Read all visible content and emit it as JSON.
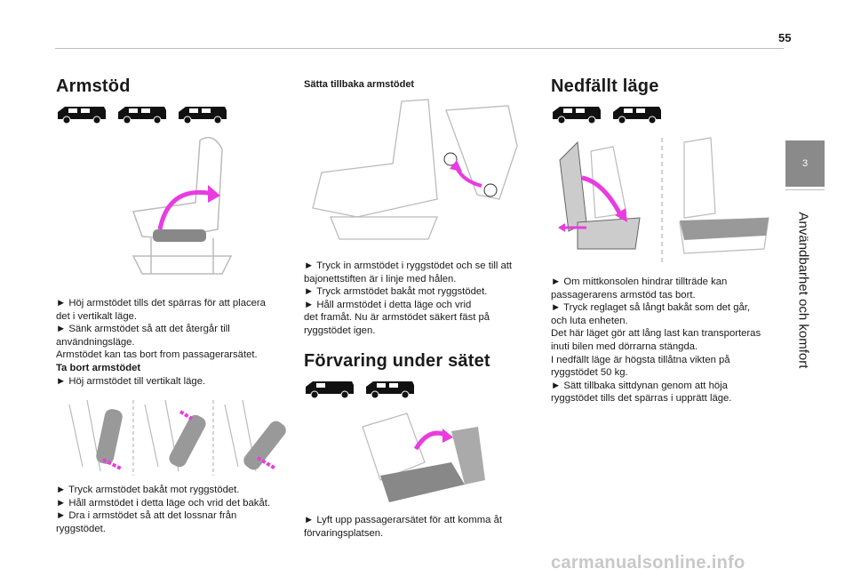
{
  "page": {
    "number": "55",
    "chapter_tab": "3",
    "chapter_title": "Användbarhet och komfort",
    "footer": "carmanualsonline.info"
  },
  "col1": {
    "title": "Armstöd",
    "para1": [
      "► Höj armstödet tills det spärras för att placera",
      "det i vertikalt läge.",
      "► Sänk armstödet så att det återgår till",
      "användningsläge.",
      "Armstödet kan tas bort from passagerarsätet."
    ],
    "subheading": "Ta bort armstödet",
    "para1b": "► Höj armstödet till vertikalt läge.",
    "para2": [
      "► Tryck armstödet bakåt mot ryggstödet.",
      "► Håll armstödet i detta läge och vrid det bakåt.",
      "► Dra i armstödet så att det lossnar från",
      "ryggstödet."
    ]
  },
  "col2": {
    "subtitle": "Sätta tillbaka armstödet",
    "para1": [
      "► Tryck in armstödet i ryggstödet och se till att",
      "bajonettstiften är i linje med hålen.",
      "► Tryck armstödet bakåt mot ryggstödet.",
      "► Håll armstödet i detta läge och vrid",
      "det framåt. Nu är armstödet säkert fäst på",
      "ryggstödet igen."
    ],
    "title2": "Förvaring under sätet",
    "para2": [
      "► Lyft upp passagerarsätet för att komma åt",
      "förvaringsplatsen."
    ]
  },
  "col3": {
    "title": "Nedfällt läge",
    "para": [
      "► Om mittkonsolen hindrar tillträde kan",
      "passagerarens armstöd tas bort.",
      "► Tryck reglaget så långt bakåt som det går,",
      "och luta enheten.",
      "Det här läget gör att lång last kan transporteras",
      "inuti bilen med dörrarna stängda.",
      "I nedfällt läge är högsta tillåtna vikten på",
      "ryggstödet 50 kg.",
      "► Sätt tillbaka sittdynan genom att höja",
      "ryggstödet tills det spärras i upprätt läge."
    ]
  },
  "colors": {
    "accent_arrow": "#e83ce0",
    "tab_gray": "#8a8a8a"
  },
  "icons": [
    "van-short-icon",
    "van-long-icon",
    "seat-illustration",
    "arrow-magenta"
  ]
}
